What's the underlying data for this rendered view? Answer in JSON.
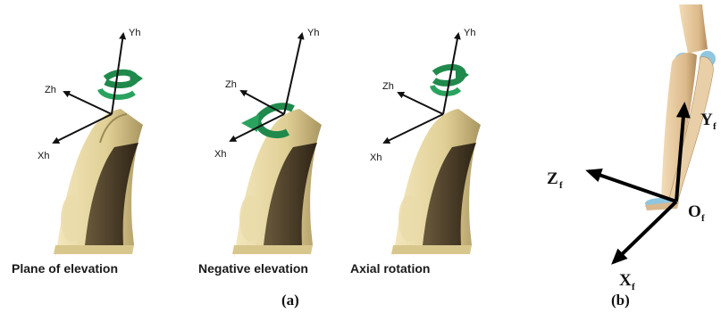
{
  "panel_a": {
    "label": "(a)",
    "views": [
      {
        "caption": "Plane of elevation",
        "axis_y": "Yh",
        "axis_z": "Zh",
        "axis_x": "Xh"
      },
      {
        "caption": "Negative elevation",
        "axis_y": "Yh",
        "axis_z": "Zh",
        "axis_x": "Xh"
      },
      {
        "caption": "Axial rotation",
        "axis_y": "Yh",
        "axis_z": "Zh",
        "axis_x": "Xh"
      }
    ]
  },
  "panel_b": {
    "label": "(b)",
    "axis_y": {
      "main": "Y",
      "sub": "f"
    },
    "axis_z": {
      "main": "Z",
      "sub": "f"
    },
    "axis_x": {
      "main": "X",
      "sub": "f"
    },
    "origin": {
      "main": "O",
      "sub": "f"
    }
  },
  "colors": {
    "bone": "#e8d9a8",
    "bone_shade": "#b8a870",
    "muscle": "#4a3c28",
    "arrow_green": "#1f8a4c",
    "axis": "#111111",
    "forearm_bone": "#e6c9a0",
    "joint_blue": "#8fc6e0"
  }
}
